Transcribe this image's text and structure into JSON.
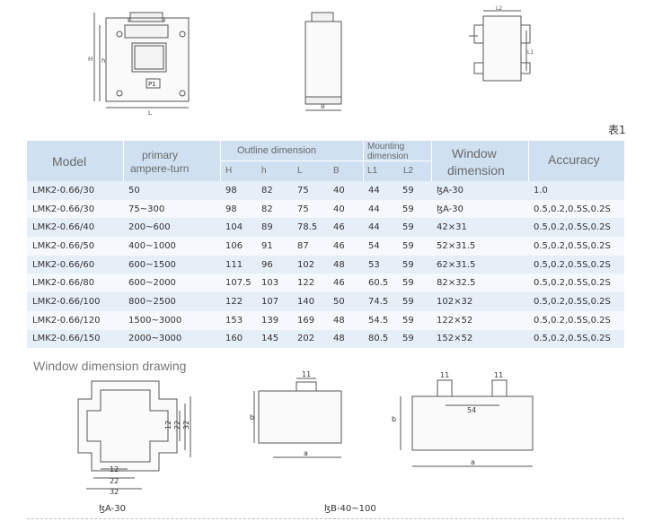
{
  "sheet_label": "表1",
  "headers": {
    "model": "Model",
    "primary": "primary\nampere-turn",
    "primary_l1": "primary",
    "primary_l2": "ampere-turn",
    "outline": "Outline dimension",
    "mounting_l1": "Mounting",
    "mounting_l2": "dimension",
    "window_l1": "Window",
    "window_l2": "dimension",
    "accuracy": "Accuracy",
    "sub": [
      "H",
      "h",
      "L",
      "B",
      "L1",
      "L2"
    ]
  },
  "rows": [
    [
      "LMK2-0.66/30",
      "50",
      "98",
      "82",
      "75",
      "40",
      "44",
      "59",
      "ɮA-30",
      "1.0"
    ],
    [
      "LMK2-0.66/30",
      "75~300",
      "98",
      "82",
      "75",
      "40",
      "44",
      "59",
      "ɮA-30",
      "0.5,0.2,0.5S,0.2S"
    ],
    [
      "LMK2-0.66/40",
      "200~600",
      "104",
      "89",
      "78.5",
      "46",
      "44",
      "59",
      "42×31",
      "0.5,0.2,0.5S,0.2S"
    ],
    [
      "LMK2-0.66/50",
      "400~1000",
      "106",
      "91",
      "87",
      "46",
      "54",
      "59",
      "52×31.5",
      "0.5,0.2,0.5S,0.2S"
    ],
    [
      "LMK2-0.66/60",
      "600~1500",
      "111",
      "96",
      "102",
      "48",
      "53",
      "59",
      "62×31.5",
      "0.5,0.2,0.5S,0.2S"
    ],
    [
      "LMK2-0.66/80",
      "600~2000",
      "107.5",
      "103",
      "122",
      "46",
      "60.5",
      "59",
      "82×32.5",
      "0.5,0.2,0.5S,0.2S"
    ],
    [
      "LMK2-0.66/100",
      "800~2500",
      "122",
      "107",
      "140",
      "50",
      "74.5",
      "59",
      "102×32",
      "0.5,0.2,0.5S,0.2S"
    ],
    [
      "LMK2-0.66/120",
      "1500~3000",
      "153",
      "139",
      "169",
      "48",
      "54.5",
      "59",
      "122×52",
      "0.5,0.2,0.5S,0.2S"
    ],
    [
      "LMK2-0.66/150",
      "2000~3000",
      "160",
      "145",
      "202",
      "48",
      "80.5",
      "59",
      "152×52",
      "0.5,0.2,0.5S,0.2S"
    ]
  ],
  "top_drawings": {
    "front": {
      "H": "H",
      "h": "h",
      "L": "L",
      "plate": "P1"
    },
    "side": {
      "B": "B"
    },
    "top": {
      "L2": "L2",
      "L1": "L1"
    }
  },
  "window_section": {
    "title": "Window dimension drawing",
    "fig1": {
      "d12h": "12",
      "d22h": "22",
      "d32h": "32",
      "d12v": "12",
      "d22v": "22",
      "d32v": "32",
      "caption": "ɮA-30"
    },
    "fig2": {
      "d11": "11",
      "b": "b",
      "a": "a"
    },
    "fig3": {
      "d11a": "11",
      "d11b": "11",
      "d54": "54",
      "b": "b",
      "a": "a"
    },
    "caption2": "ɮB-40~100"
  }
}
